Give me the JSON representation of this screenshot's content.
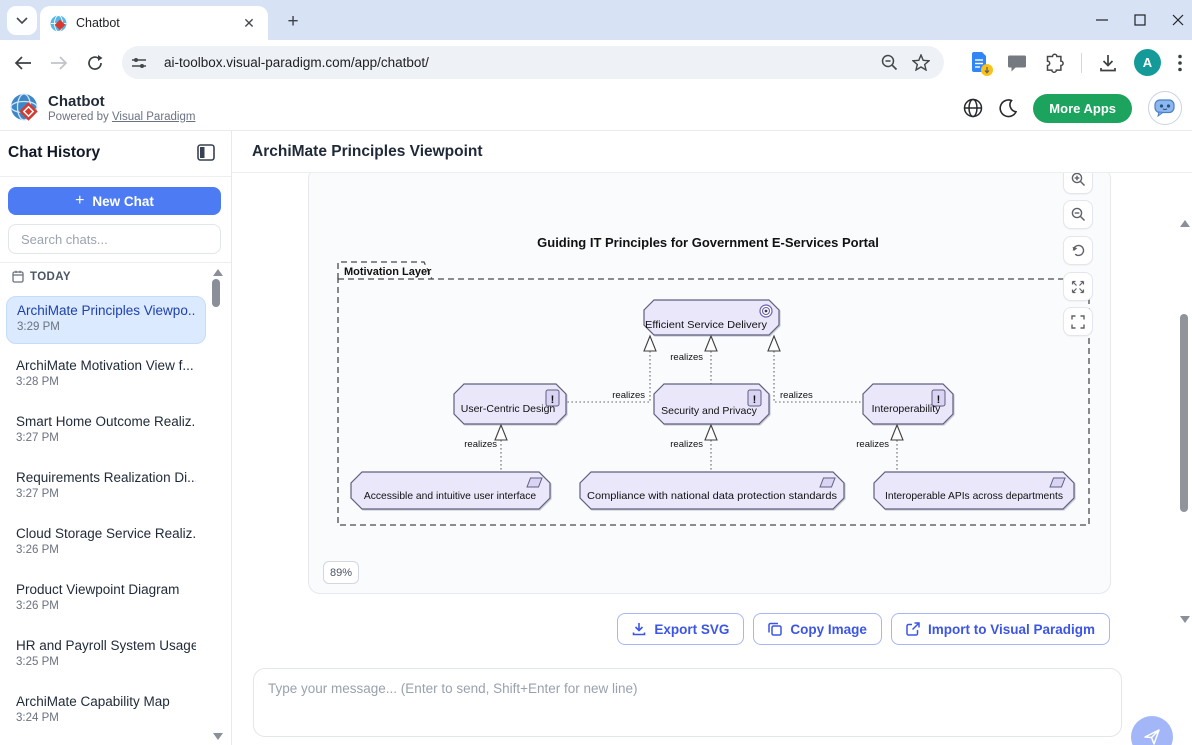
{
  "browser": {
    "tab_title": "Chatbot",
    "url": "ai-toolbox.visual-paradigm.com/app/chatbot/",
    "avatar_letter": "A"
  },
  "app_header": {
    "title": "Chatbot",
    "powered_prefix": "Powered by ",
    "powered_link": "Visual Paradigm",
    "more_apps_label": "More Apps"
  },
  "sidebar": {
    "title": "Chat History",
    "new_chat_label": "New Chat",
    "search_placeholder": "Search chats...",
    "section_label": "TODAY",
    "items": [
      {
        "title": "ArchiMate Principles Viewpo...",
        "time": "3:29 PM",
        "active": true
      },
      {
        "title": "ArchiMate Motivation View f...",
        "time": "3:28 PM",
        "active": false
      },
      {
        "title": "Smart Home Outcome Realiz...",
        "time": "3:27 PM",
        "active": false
      },
      {
        "title": "Requirements Realization Di...",
        "time": "3:27 PM",
        "active": false
      },
      {
        "title": "Cloud Storage Service Realiz...",
        "time": "3:26 PM",
        "active": false
      },
      {
        "title": "Product Viewpoint Diagram",
        "time": "3:26 PM",
        "active": false
      },
      {
        "title": "HR and Payroll System Usage",
        "time": "3:25 PM",
        "active": false
      },
      {
        "title": "ArchiMate Capability Map",
        "time": "3:24 PM",
        "active": false
      }
    ]
  },
  "main": {
    "page_title": "ArchiMate Principles Viewpoint",
    "actions": {
      "export_svg": "Export SVG",
      "copy_image": "Copy Image",
      "import_vp": "Import to Visual Paradigm"
    },
    "composer_placeholder": "Type your message... (Enter to send, Shift+Enter for new line)"
  },
  "diagram": {
    "title": "Guiding IT Principles for Government E-Services Portal",
    "group_label": "Motivation Layer",
    "zoom_level": "89%",
    "relation_label": "realizes",
    "goal": {
      "name": "Efficient Service Delivery",
      "type": "goal"
    },
    "principles": [
      {
        "name": "User-Centric Design"
      },
      {
        "name": "Security and Privacy"
      },
      {
        "name": "Interoperability"
      }
    ],
    "requirements": [
      {
        "name": "Accessible and intuitive user interface"
      },
      {
        "name": "Compliance with national data protection standards"
      },
      {
        "name": "Interoperable APIs across departments"
      }
    ],
    "colors": {
      "element_fill": "#eae7fa",
      "element_border": "#5f5f7e",
      "accent_blue": "#4c7bf4",
      "action_blue": "#3c55e6",
      "more_apps_green": "#1ca45f",
      "selected_chat_bg": "#dbeafe"
    }
  }
}
